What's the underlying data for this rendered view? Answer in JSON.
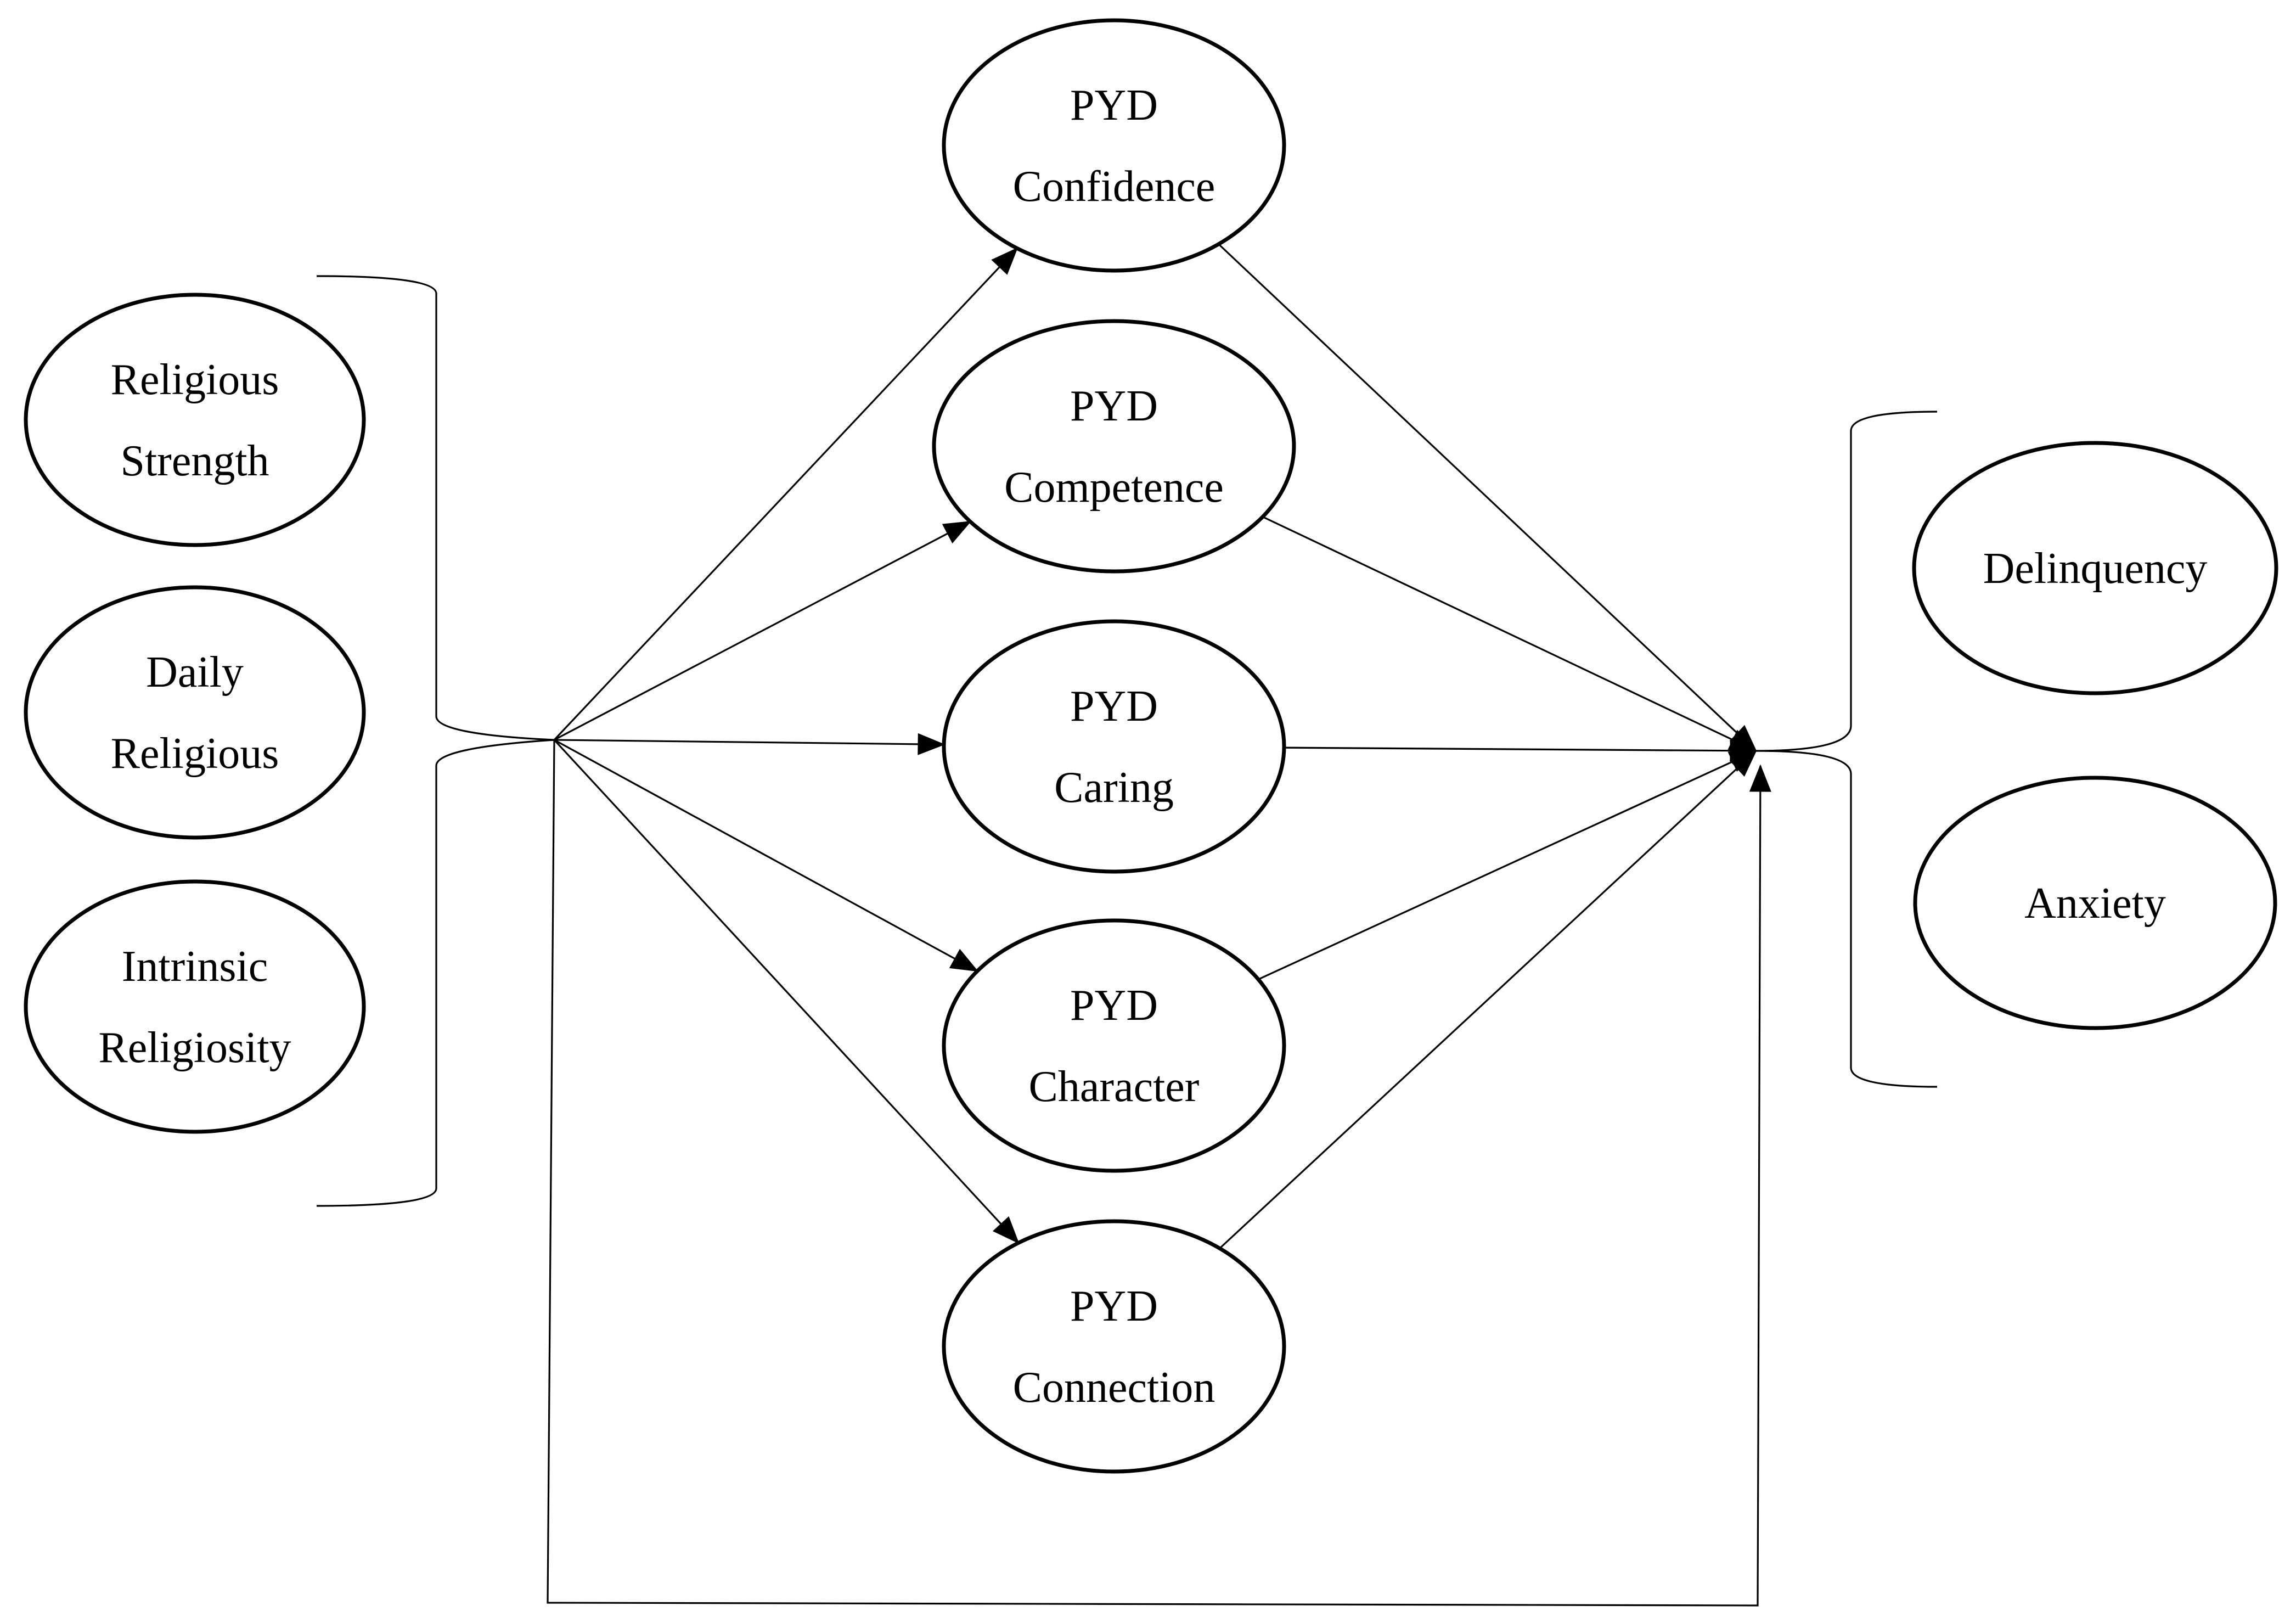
{
  "diagram": {
    "predictors": [
      {
        "id": "religious-strength",
        "lines": [
          "Religious",
          "Strength"
        ]
      },
      {
        "id": "daily-religious",
        "lines": [
          "Daily",
          "Religious"
        ]
      },
      {
        "id": "intrinsic-religiosity",
        "lines": [
          "Intrinsic",
          "Religiosity"
        ]
      }
    ],
    "mediators": [
      {
        "id": "pyd-confidence",
        "lines": [
          "PYD",
          "Confidence"
        ]
      },
      {
        "id": "pyd-competence",
        "lines": [
          "PYD",
          "Competence"
        ]
      },
      {
        "id": "pyd-caring",
        "lines": [
          "PYD",
          "Caring"
        ]
      },
      {
        "id": "pyd-character",
        "lines": [
          "PYD",
          "Character"
        ]
      },
      {
        "id": "pyd-connection",
        "lines": [
          "PYD",
          "Connection"
        ]
      }
    ],
    "outcomes": [
      {
        "id": "delinquency",
        "lines": [
          "Delinquency"
        ]
      },
      {
        "id": "anxiety",
        "lines": [
          "Anxiety"
        ]
      }
    ],
    "edges": [
      {
        "from": "predictors",
        "to": "pyd-confidence",
        "arrow": true
      },
      {
        "from": "predictors",
        "to": "pyd-competence",
        "arrow": true
      },
      {
        "from": "predictors",
        "to": "pyd-caring",
        "arrow": true
      },
      {
        "from": "predictors",
        "to": "pyd-character",
        "arrow": true
      },
      {
        "from": "predictors",
        "to": "pyd-connection",
        "arrow": true
      },
      {
        "from": "pyd-confidence",
        "to": "outcomes",
        "arrow": true
      },
      {
        "from": "pyd-competence",
        "to": "outcomes",
        "arrow": true
      },
      {
        "from": "pyd-caring",
        "to": "outcomes",
        "arrow": true
      },
      {
        "from": "pyd-character",
        "to": "outcomes",
        "arrow": true
      },
      {
        "from": "pyd-connection",
        "to": "outcomes",
        "arrow": true
      },
      {
        "from": "predictors",
        "to": "outcomes",
        "arrow": true,
        "route": "direct-bottom"
      }
    ]
  }
}
